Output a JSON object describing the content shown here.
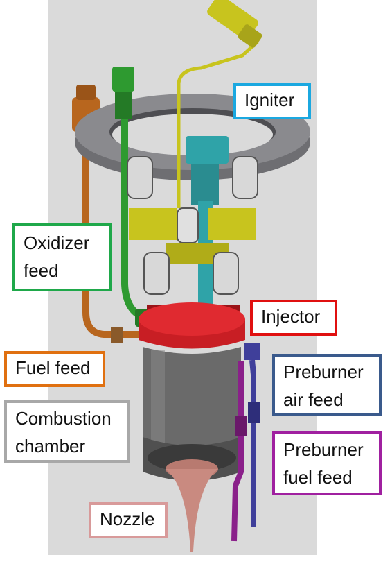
{
  "labels": {
    "igniter": {
      "text": "Igniter",
      "color": "#1BA8E0"
    },
    "oxidizer_feed": {
      "line1": "Oxidizer",
      "line2": "feed",
      "color": "#1FA84A"
    },
    "injector": {
      "text": "Injector",
      "color": "#E01010"
    },
    "fuel_feed": {
      "text": "Fuel feed",
      "color": "#E07010"
    },
    "preburner_air_feed": {
      "line1": "Preburner",
      "line2": "air feed",
      "color": "#3A5A8C"
    },
    "combustion_chamber": {
      "line1": "Combustion",
      "line2": "chamber",
      "color": "#A8A8A8"
    },
    "preburner_fuel_feed": {
      "line1": "Preburner",
      "line2": "fuel feed",
      "color": "#A020A0"
    },
    "nozzle": {
      "text": "Nozzle",
      "color": "#D89A9A"
    }
  },
  "part_colors": {
    "background": "#DADADA",
    "mounting_ring": "#8A8A8E",
    "injector_ring": "#C81E24",
    "combustion_chamber": "#6A6A6A",
    "nozzle": "#C98A80",
    "igniter_body": "#2FA3A8",
    "igniter_tube": "#C8C41E",
    "oxidizer_line": "#2E9A30",
    "fuel_line": "#B8661E",
    "preburner_air_line": "#3F3F9A",
    "preburner_fuel_line": "#8A208A",
    "brackets": "#C8C41E"
  }
}
